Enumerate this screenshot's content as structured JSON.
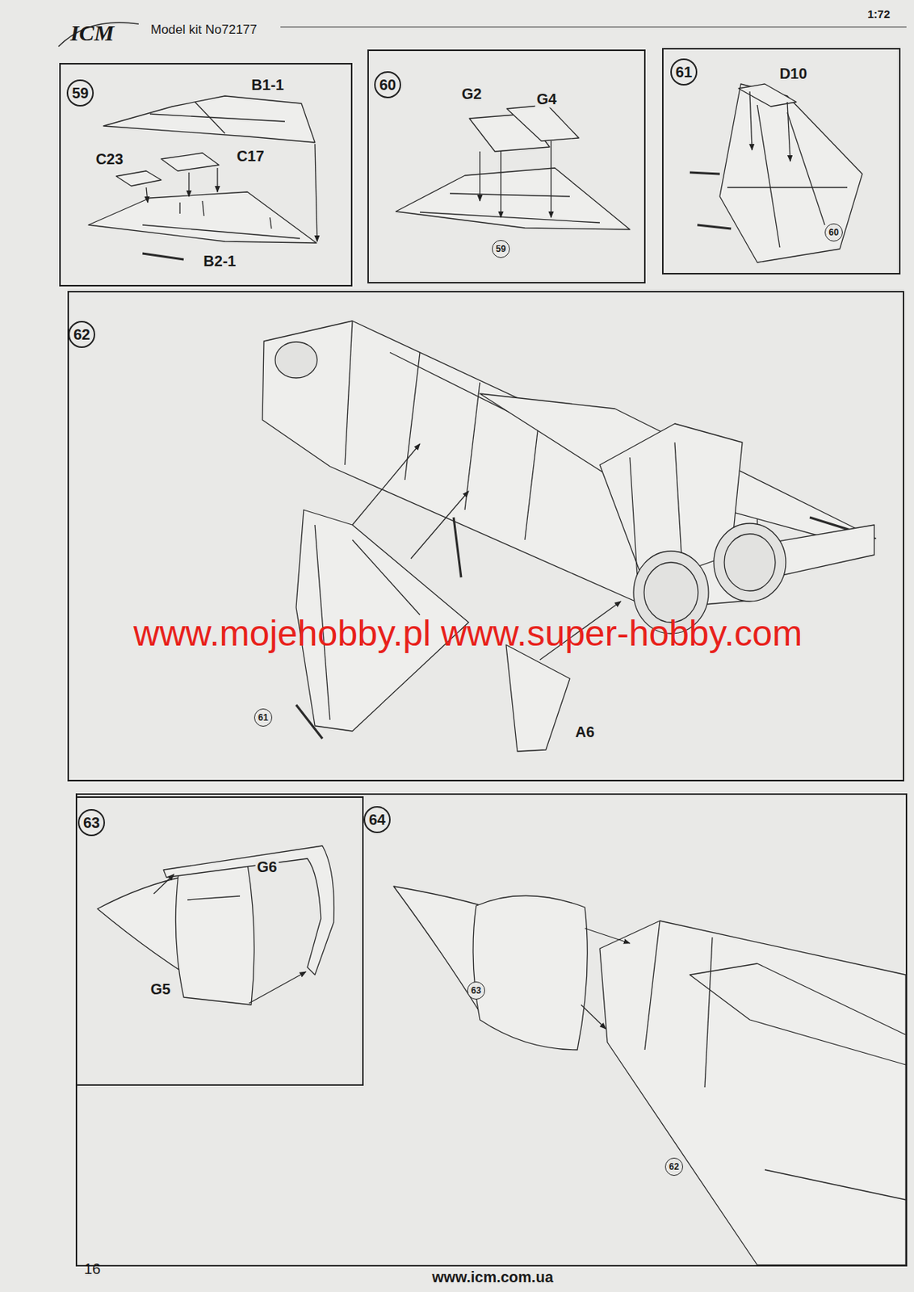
{
  "diagram": {
    "title": "Model kit No72177",
    "nodes": [
      {
        "text": [
          "59"
        ]
      },
      {
        "text": [
          "60"
        ]
      },
      {
        "text": [
          "61"
        ]
      },
      {
        "text": [
          "62"
        ]
      },
      {
        "text": [
          "64"
        ]
      },
      {
        "text": [
          "63"
        ],
        "in": 4
      }
    ],
    "labels": [
      "ICM",
      "1:72",
      "B1-1",
      "C23",
      "C17",
      "B2-1",
      "G2",
      "G4",
      "59",
      "D10",
      "60",
      "61",
      "A6",
      "G6",
      "G5",
      "63",
      "62",
      "www.mojehobby.pl www.super-hobby.com",
      "16",
      "www.icm.com.ua"
    ]
  }
}
